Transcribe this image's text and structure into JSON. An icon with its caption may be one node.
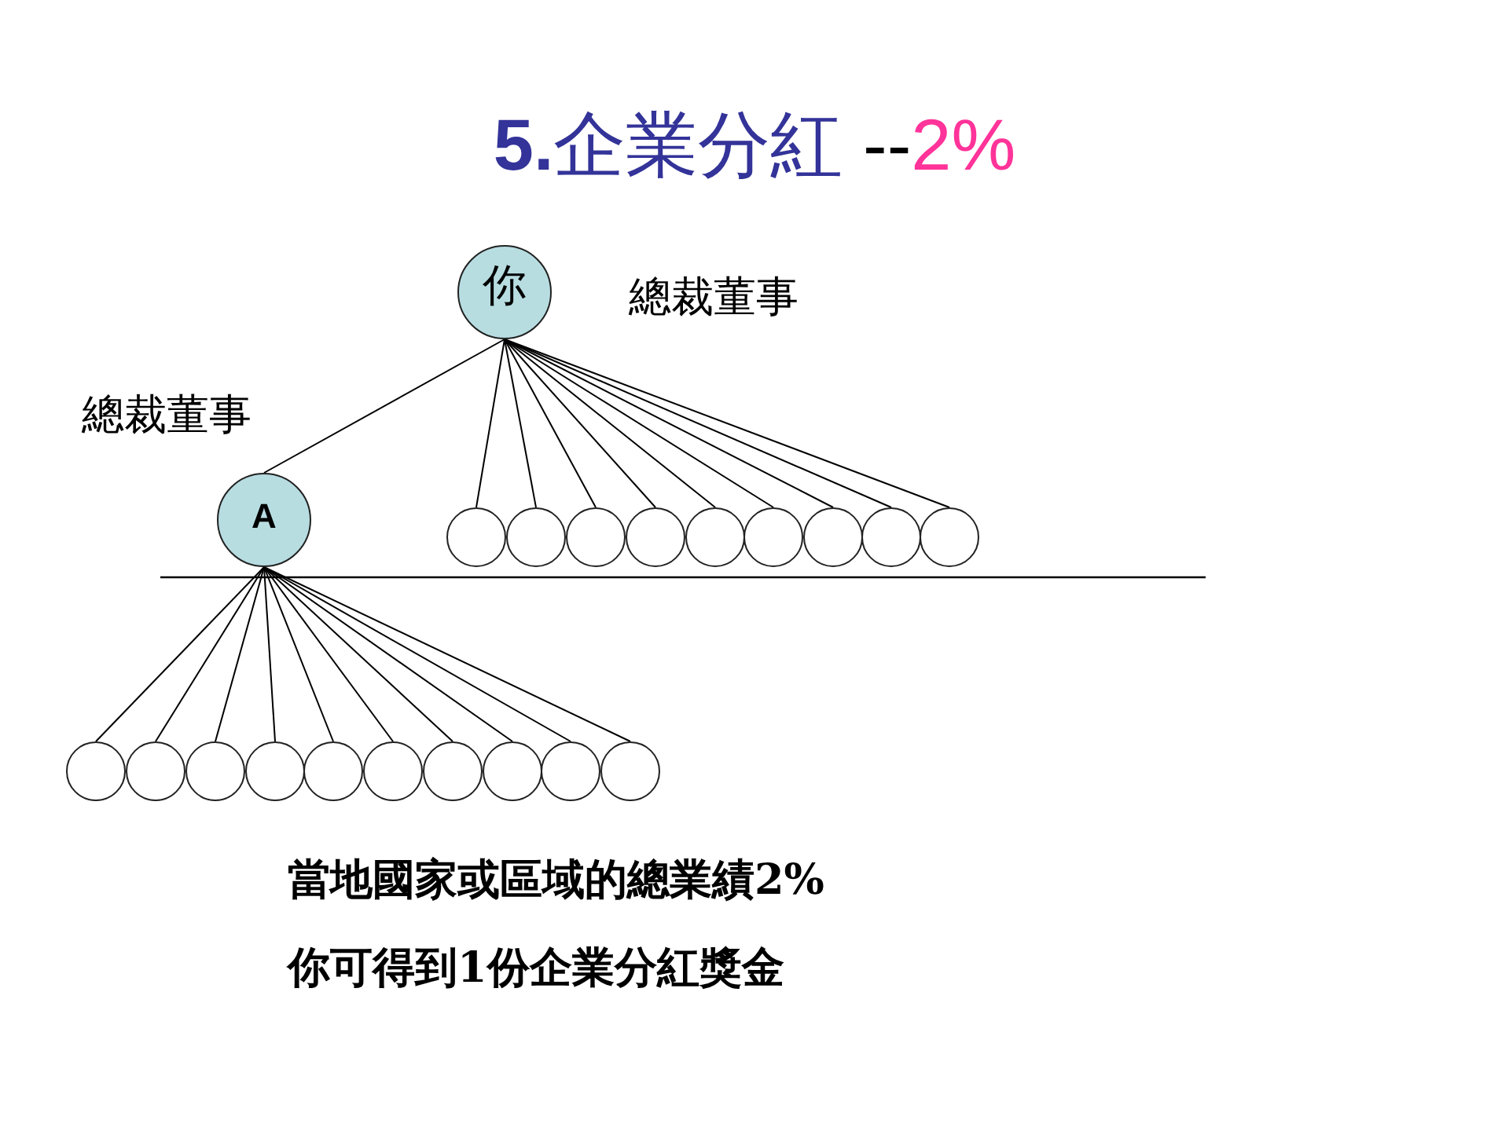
{
  "diagram": {
    "title": "5.企業分紅 --2%",
    "nodes": [
      {
        "text": [
          "你"
        ],
        "beside": [
          "總裁董事"
        ]
      },
      {
        "text": [
          "A"
        ],
        "beside": [
          "總裁董事"
        ]
      },
      {
        "text": [],
        "shape": "circle"
      },
      {
        "text": [],
        "shape": "circle"
      },
      {
        "text": [],
        "shape": "circle"
      },
      {
        "text": [],
        "shape": "circle"
      },
      {
        "text": [],
        "shape": "circle"
      },
      {
        "text": [],
        "shape": "circle"
      },
      {
        "text": [],
        "shape": "circle"
      },
      {
        "text": [],
        "shape": "circle"
      },
      {
        "text": [],
        "shape": "circle"
      },
      {
        "text": [],
        "shape": "circle"
      },
      {
        "text": [],
        "shape": "circle"
      },
      {
        "text": [],
        "shape": "circle"
      },
      {
        "text": [],
        "shape": "circle"
      },
      {
        "text": [],
        "shape": "circle"
      },
      {
        "text": [],
        "shape": "circle"
      },
      {
        "text": [],
        "shape": "circle"
      },
      {
        "text": [],
        "shape": "circle"
      },
      {
        "text": [],
        "shape": "circle"
      },
      {
        "text": [],
        "shape": "circle"
      }
    ],
    "edges": [
      {
        "from": 0,
        "to": 1,
        "arrow": "none"
      },
      {
        "from": 0,
        "to": 2,
        "arrow": "none"
      },
      {
        "from": 0,
        "to": 3,
        "arrow": "none"
      },
      {
        "from": 0,
        "to": 4,
        "arrow": "none"
      },
      {
        "from": 0,
        "to": 5,
        "arrow": "none"
      },
      {
        "from": 0,
        "to": 6,
        "arrow": "none"
      },
      {
        "from": 0,
        "to": 7,
        "arrow": "none"
      },
      {
        "from": 0,
        "to": 8,
        "arrow": "none"
      },
      {
        "from": 0,
        "to": 9,
        "arrow": "none"
      },
      {
        "from": 0,
        "to": 10,
        "arrow": "none"
      },
      {
        "from": 1,
        "to": 11,
        "arrow": "none"
      },
      {
        "from": 1,
        "to": 12,
        "arrow": "none"
      },
      {
        "from": 1,
        "to": 13,
        "arrow": "none"
      },
      {
        "from": 1,
        "to": 14,
        "arrow": "none"
      },
      {
        "from": 1,
        "to": 15,
        "arrow": "none"
      },
      {
        "from": 1,
        "to": 16,
        "arrow": "none"
      },
      {
        "from": 1,
        "to": 17,
        "arrow": "none"
      },
      {
        "from": 1,
        "to": 18,
        "arrow": "none"
      },
      {
        "from": 1,
        "to": 19,
        "arrow": "none"
      },
      {
        "from": 1,
        "to": 20,
        "arrow": "none"
      }
    ],
    "labels": [
      "當地國家或區域的總業績2%",
      "你可得到1份企業分紅獎金"
    ]
  }
}
